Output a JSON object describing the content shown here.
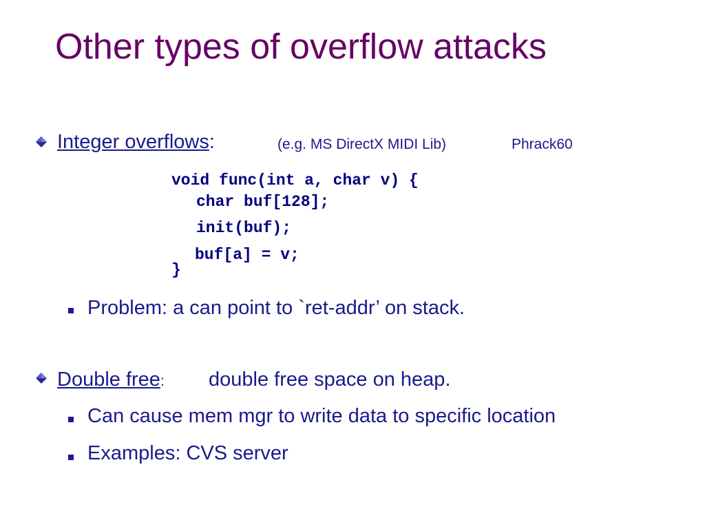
{
  "slide": {
    "title": "Other types of overflow attacks",
    "integer": {
      "term": "Integer overflows",
      "colon": ":",
      "example": "(e.g.  MS DirectX MIDI Lib)",
      "reference": "Phrack60"
    },
    "code": [
      "void func(int a, char v) {",
      "char buf[128];",
      "init(buf);",
      "buf[a] = v;",
      "}"
    ],
    "problem": "Problem:   a  can point to `ret-addr’  on stack.",
    "double_free": {
      "term": "Double free",
      "colon": ":",
      "desc": "double free space on heap."
    },
    "sub_bullets": [
      "Can cause mem mgr to write data to specific location",
      "Examples:    CVS server"
    ]
  }
}
